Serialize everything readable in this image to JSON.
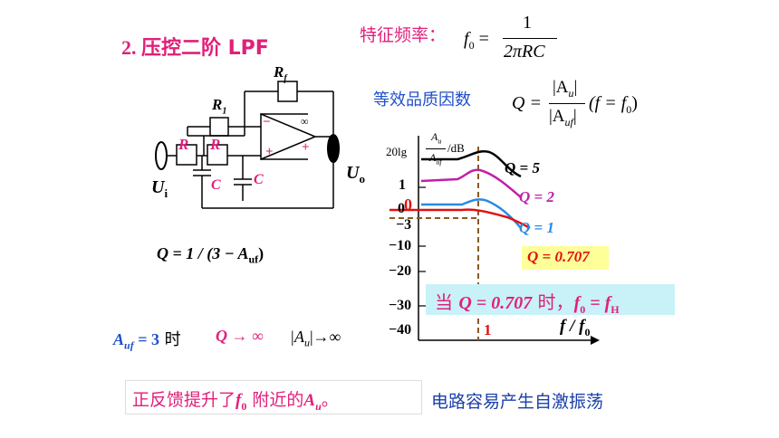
{
  "title": {
    "number": "2.",
    "text": "压控二阶 LPF"
  },
  "char_freq": {
    "label": "特征频率：",
    "lhs": "f",
    "sub": "0",
    "eq": " = ",
    "num": "1",
    "den": "2πRC"
  },
  "quality": {
    "label": "等效品质因数",
    "lhs": "Q = ",
    "num": "|A",
    "num_sub": "u",
    "num_end": "|",
    "den": "|A",
    "den_sub": "uf",
    "den_end": "|",
    "cond": "(f = f",
    "cond_sub": "0",
    "cond_end": ")"
  },
  "circuit": {
    "r_top": "R",
    "r_top_sub": "f",
    "r1": "R",
    "r1_sub": "1",
    "r_left": "R",
    "r_mid": "R",
    "c_left": "C",
    "c_right": "C",
    "ui": "U",
    "ui_sub": "i",
    "uo": "U",
    "uo_sub": "o",
    "minus": "−",
    "plus": "+",
    "inf": "∞",
    "dot": "+"
  },
  "q_formula": {
    "text": "Q = 1 / (3 − A",
    "sub": "uf",
    "end": ")"
  },
  "plot": {
    "ylabel_prefix": "20lg",
    "ylabel_num": "A",
    "ylabel_num_sub": "u",
    "ylabel_den": "A",
    "ylabel_den_sub": "uf",
    "ylabel_unit": "/dB",
    "ticks": [
      "1",
      "0",
      "0",
      "−3",
      "−10",
      "−20",
      "−30",
      "−40"
    ],
    "x_one": "1",
    "xlabel": "f / f",
    "xlabel_sub": "0",
    "q5": "Q = 5",
    "q2": "Q = 2",
    "q1": "Q = 1",
    "q0707": "Q = 0.707"
  },
  "note": {
    "prefix": "当 ",
    "q": "Q = 0.707",
    "mid": " 时，",
    "f0": "f",
    "f0_sub": "0",
    "eq": " = f",
    "fh_sub": "H"
  },
  "auf_line": {
    "a": "A",
    "a_sub": "uf",
    "eq3": " = 3",
    "shi": " 时",
    "q_inf": "Q → ∞",
    "au": "|A",
    "au_sub": "u",
    "au_end": "|→∞"
  },
  "bottom": {
    "left": "正反馈提升了",
    "f": "f",
    "f_sub": "0",
    "mid": " 附近的",
    "a": "A",
    "a_sub": "u",
    "end": "。",
    "right": "电路容易产生自激振荡"
  },
  "colors": {
    "magenta": "#e0207a",
    "blue": "#1f4fc8",
    "red": "#e01010",
    "teal": "#4ec6d6",
    "yellow_box": "#ffff99",
    "cyan_box": "#c8f2f8",
    "brown": "#8a5a20"
  }
}
